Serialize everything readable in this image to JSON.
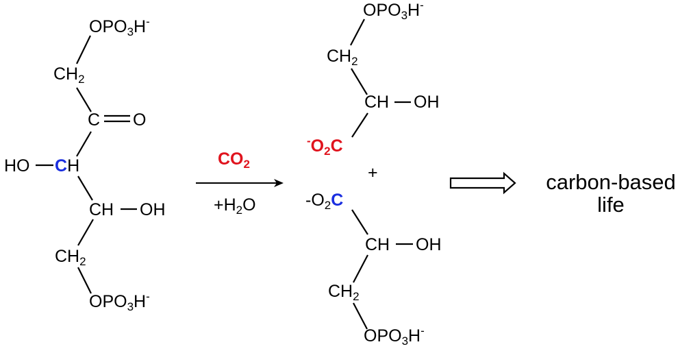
{
  "reactant": {
    "top_phosphate": "OPO",
    "top_phosphate_sub": "3",
    "top_phosphate_h": "H",
    "top_phosphate_charge": "-",
    "ch2_top": "CH",
    "ch2_top_sub": "2",
    "carbonyl_c": "C",
    "carbonyl_o": "O",
    "ho_left": "HO",
    "labeled_c": "C",
    "labeled_h": "H",
    "ch_mid": "CH",
    "oh_mid": "OH",
    "ch2_bottom": "CH",
    "ch2_bottom_sub": "2",
    "bottom_phosphate": "OPO",
    "bottom_phosphate_sub": "3",
    "bottom_phosphate_h": "H",
    "bottom_phosphate_charge": "-"
  },
  "reagents": {
    "co2": "CO",
    "co2_sub": "2",
    "water_prefix": "+H",
    "water_sub": "2",
    "water_suffix": "O"
  },
  "product_upper": {
    "phosphate": "OPO",
    "phosphate_sub": "3",
    "phosphate_h": "H",
    "phosphate_charge": "-",
    "ch2": "CH",
    "ch2_sub": "2",
    "ch": "CH",
    "oh": "OH",
    "carboxylate_charge": "-",
    "carboxylate_o": "O",
    "carboxylate_sub": "2",
    "carboxylate_c": "C"
  },
  "plus": "+",
  "product_lower": {
    "carboxylate_prefix": "-O",
    "carboxylate_sub": "2",
    "carboxylate_c": "C",
    "ch": "CH",
    "oh": "OH",
    "ch2": "CH",
    "ch2_sub": "2",
    "phosphate": "OPO",
    "phosphate_sub": "3",
    "phosphate_h": "H",
    "phosphate_charge": "-"
  },
  "outcome": {
    "line1": "carbon-based",
    "line2": "life"
  },
  "colors": {
    "co2_carbon_red": "#e0141e",
    "labeled_carbon_blue": "#1a2ee0",
    "bond": "#000000"
  }
}
